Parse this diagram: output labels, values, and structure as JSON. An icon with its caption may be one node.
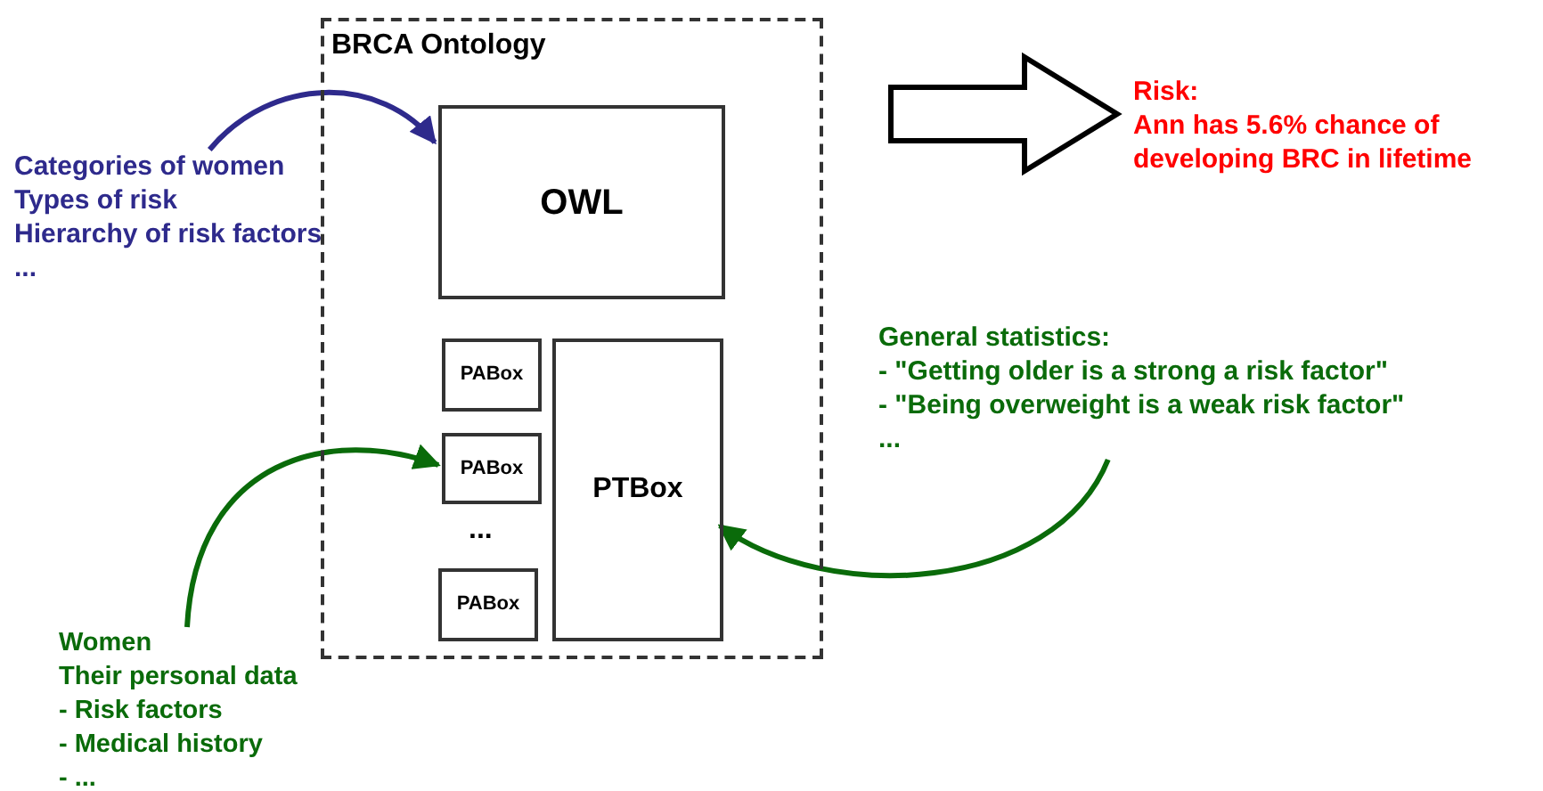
{
  "diagram": {
    "nodes": [
      {
        "text": [
          "BRCA Ontology"
        ]
      },
      {
        "text": [
          "OWL"
        ],
        "in": 0
      },
      {
        "text": [
          "PABox"
        ],
        "in": 0
      },
      {
        "text": [
          "PABox"
        ],
        "in": 0
      },
      {
        "text": [
          "PABox"
        ],
        "in": 0
      },
      {
        "text": [
          "PTBox"
        ],
        "in": 0
      },
      {
        "text": [
          "Categories of women",
          "Types of risk",
          "Hierarchy of risk factors",
          "..."
        ]
      },
      {
        "text": [
          "Women",
          "Their personal data",
          "- Risk factors",
          "- Medical history",
          "- ..."
        ]
      },
      {
        "text": [
          "General statistics:",
          "- \"Getting older is a strong a risk factor\"",
          "- \"Being overweight is a weak risk factor\"",
          "..."
        ]
      },
      {
        "text": [
          "Risk:",
          "Ann has 5.6% chance of developing BRC in lifetime"
        ]
      }
    ],
    "edges": [
      {
        "from": 6,
        "to": 1,
        "arrow": "to",
        "color": "#2e2a8c"
      },
      {
        "from": 7,
        "to": 3,
        "arrow": "to",
        "color": "#0a6b0a"
      },
      {
        "from": 8,
        "to": 5,
        "arrow": "to",
        "color": "#0a6b0a"
      },
      {
        "from": 0,
        "to": 9,
        "arrow": "to",
        "style": "thick"
      }
    ],
    "labels": [
      "..."
    ]
  }
}
